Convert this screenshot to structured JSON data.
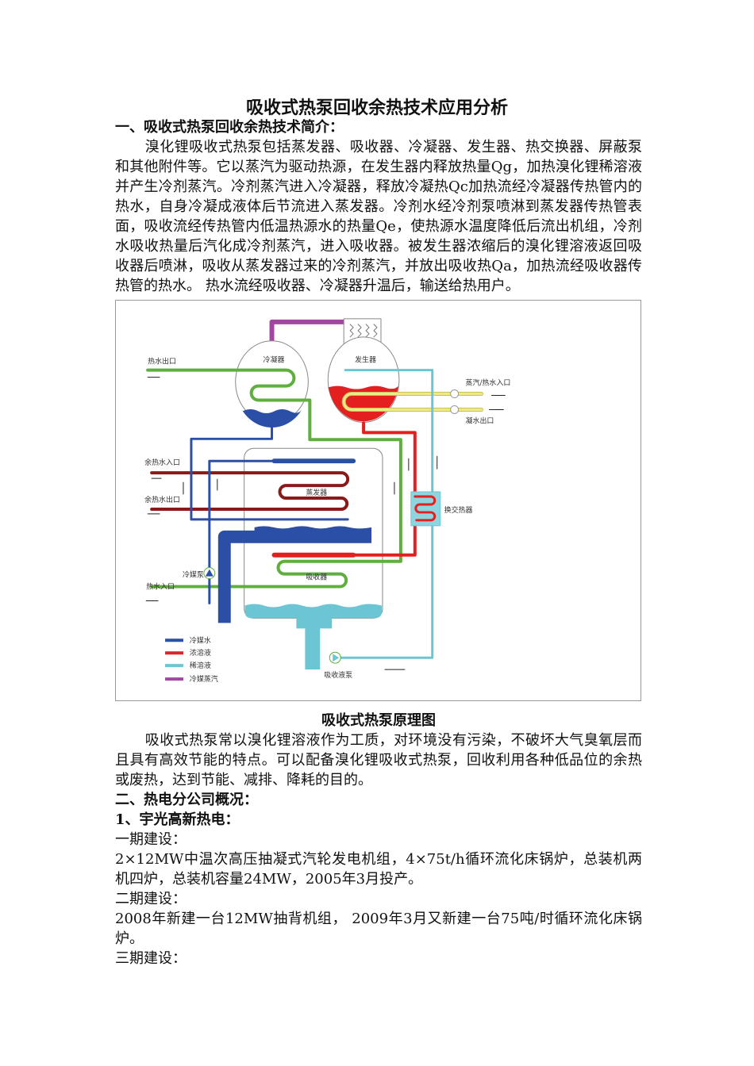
{
  "title": "吸收式热泵回收余热技术应用分析",
  "section1": {
    "heading": "一、吸收式热泵回收余热技术简介：",
    "para1": "溴化锂吸收式热泵包括蒸发器、吸收器、冷凝器、发生器、热交换器、屏蔽泵和其他附件等。它以蒸汽为驱动热源，在发生器内释放热量Qg，加热溴化锂稀溶液并产生冷剂蒸汽。冷剂蒸汽进入冷凝器，释放冷凝热Qc加热流经冷凝器传热管内的热水，自身冷凝成液体后节流进入蒸发器。冷剂水经冷剂泵喷淋到蒸发器传热管表面，吸收流经传热管内低温热源水的热量Qe，使热源水温度降低后流出机组，冷剂水吸收热量后汽化成冷剂蒸汽，进入吸收器。被发生器浓缩后的溴化锂溶液返回吸收器后喷淋，吸收从蒸发器过来的冷剂蒸汽，并放出吸收热Qa，加热流经吸收器传热管的热水。 热水流经吸收器、冷凝器升温后，输送给热用户。"
  },
  "figure": {
    "caption": "吸收式热泵原理图",
    "labels": {
      "hot_water_out": "热水出口",
      "condenser": "冷凝器",
      "generator": "发生器",
      "steam_in": "蒸汽/热水入口",
      "condensate_out": "凝水出口",
      "waste_in": "余热水入口",
      "waste_out": "余热水出口",
      "evaporator": "蒸发器",
      "heat_exchanger": "换交热器",
      "refrigerant_pump": "冷媒泵",
      "hot_water_in": "热水入口",
      "absorber": "吸收器",
      "solution_pump": "吸收液泵"
    },
    "legend": [
      {
        "label": "冷媒水",
        "color": "#2b4fa6"
      },
      {
        "label": "浓溶液",
        "color": "#d4262b"
      },
      {
        "label": "稀溶液",
        "color": "#6cc5d3"
      },
      {
        "label": "冷媒蒸汽",
        "color": "#a2479f"
      }
    ]
  },
  "para2": "吸收式热泵常以溴化锂溶液作为工质，对环境没有污染，不破坏大气臭氧层而且具有高效节能的特点。可以配备溴化锂吸收式热泵，回收利用各种低品位的余热或废热，达到节能、减排、降耗的目的。",
  "section2": {
    "heading": "二、热电分公司概况：",
    "sub1": "1、宇光高新热电：",
    "phase1_label": "一期建设：",
    "phase1_text": "2×12MW中温次高压抽凝式汽轮发电机组，4×75t/h循环流化床锅炉，总装机两机四炉，总装机容量24MW，2005年3月投产。",
    "phase2_label": "二期建设：",
    "phase2_text": "2008年新建一台12MW抽背机组， 2009年3月又新建一台75吨/时循环流化床锅炉。",
    "phase3_label": "三期建设："
  }
}
